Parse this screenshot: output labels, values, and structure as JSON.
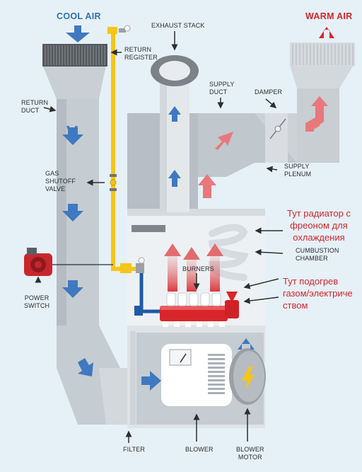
{
  "labels": {
    "cool_air": "COOL AIR",
    "warm_air": "WARM AIR",
    "exhaust_stack": "EXHAUST STACK",
    "return_register": "RETURN\nREGISTER",
    "return_duct": "RETURN\nDUCT",
    "supply_duct": "SUPPLY\nDUCT",
    "damper": "DAMPER",
    "supply_plenum": "SUPPLY\nPLENUM",
    "gas_shutoff_valve": "GAS\nSHUTOFF\nVALVE",
    "cumbustion_chamber": "CUMBUSTION\nCHAMBER",
    "burners": "BURNERS",
    "power_switch": "POWER\nSWITCH",
    "filter": "FILTER",
    "blower": "BLOWER",
    "blower_motor": "BLOWER\nMOTOR"
  },
  "annotations": {
    "radiator_note": "Тут радиатор с\nфреоном для\nохлаждения",
    "heater_note": "Тут подогрев\nгазом/электриче\nством"
  },
  "colors": {
    "background": "#e6f0f7",
    "cool_air": "#2f6fb6",
    "warm_air": "#d9262b",
    "duct": "#bcc3c9",
    "gas_line": "#f5c518",
    "annotation": "#d3262b"
  },
  "icons": {
    "gauge": "gauge-icon",
    "motor": "lightning-bolt-icon",
    "power": "power-switch-icon"
  }
}
